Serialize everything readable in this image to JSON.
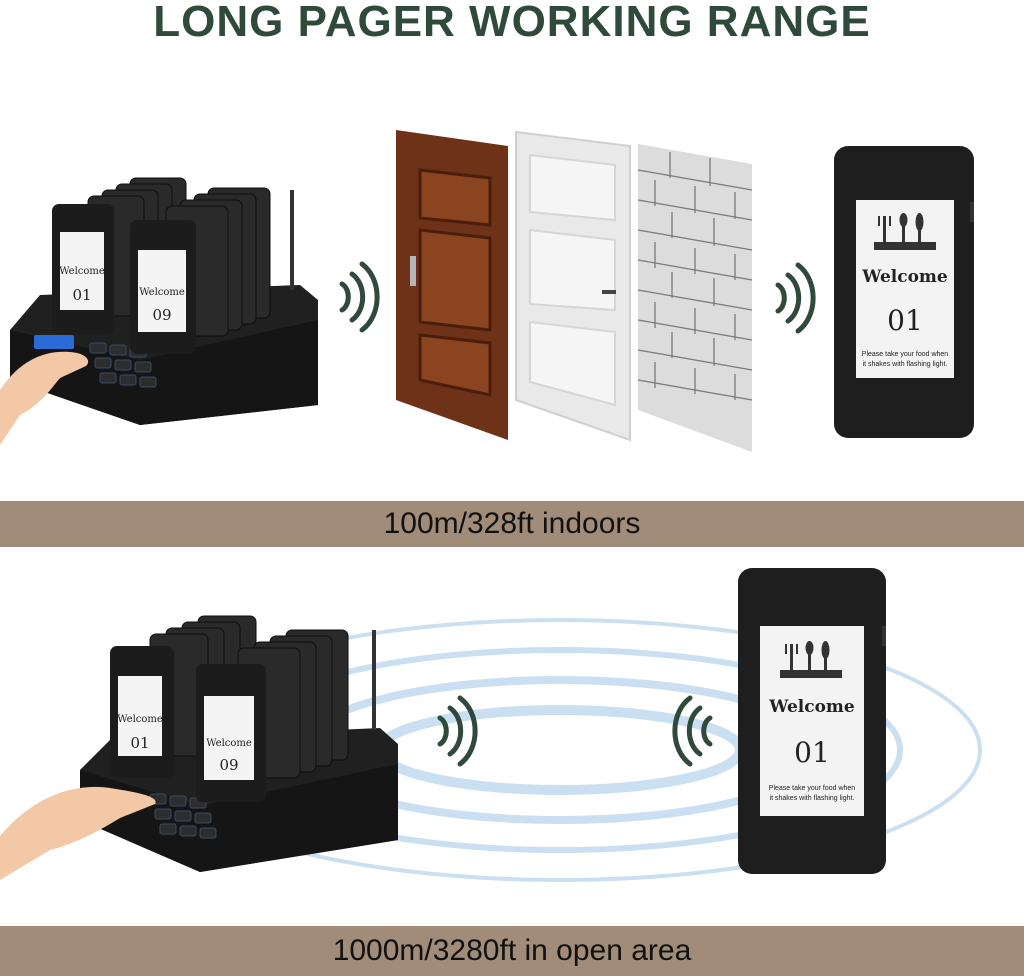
{
  "heading": "LONG PAGER WORKING RANGE",
  "indoor": {
    "label": "100m/328ft indoors",
    "pager": {
      "welcome": "Welcome",
      "number": "01",
      "note_line1": "Please take your food when",
      "note_line2": "it shakes with flashing light."
    },
    "base": {
      "card_left": {
        "welcome": "Welcome",
        "number": "01"
      },
      "card_right": {
        "welcome": "Welcome",
        "number": "09"
      }
    }
  },
  "outdoor": {
    "label": "1000m/3280ft in open area",
    "pager": {
      "welcome": "Welcome",
      "number": "01",
      "note_line1": "Please take your food when",
      "note_line2": "it shakes with flashing light."
    },
    "base": {
      "card_left": {
        "welcome": "Welcome",
        "number": "01"
      },
      "card_right": {
        "welcome": "Welcome",
        "number": "09"
      }
    }
  },
  "colors": {
    "title": "#2f4a3a",
    "band": "#a08c78",
    "signal": "#2f4a3a",
    "device": "#1e1e1e"
  }
}
